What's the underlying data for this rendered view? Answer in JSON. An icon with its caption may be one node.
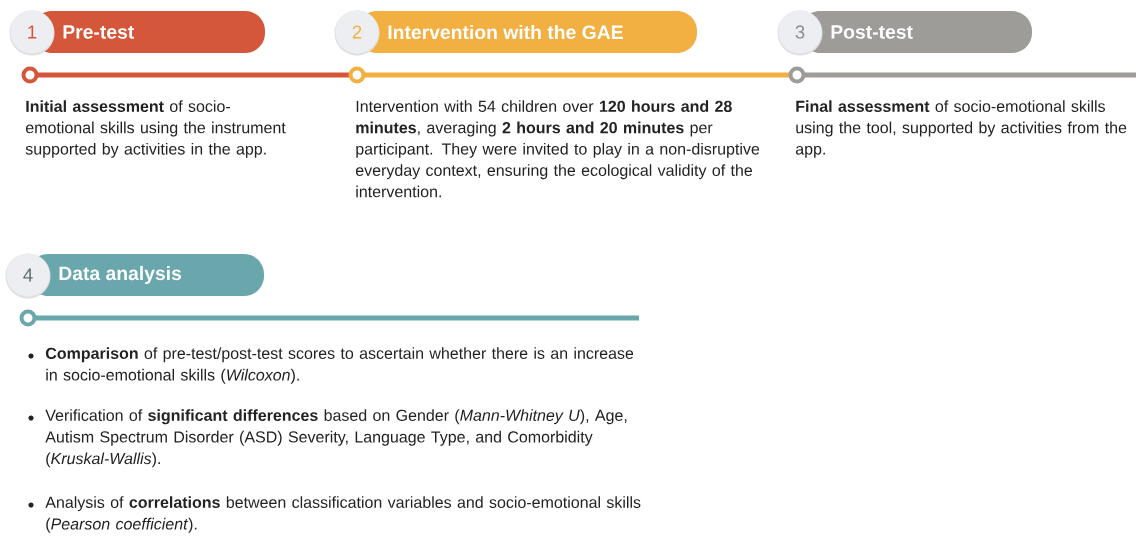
{
  "diagram": {
    "nodes": [
      {
        "text": [
          "1",
          "Pre-test"
        ],
        "beside": [
          "**Initial assessment** of socio-emotional skills using the instrument supported by activities in the app."
        ]
      },
      {
        "text": [
          "2",
          "Intervention with the GAE"
        ],
        "beside": [
          "Intervention with 54 children over **120 hours and 28 minutes**, averaging **2 hours and 20 minutes** per participant. They were invited to play in a non-disruptive everyday context, ensuring the ecological validity of the intervention."
        ]
      },
      {
        "text": [
          "3",
          "Post-test"
        ],
        "beside": [
          "**Final assessment** of socio-emotional skills using the tool, supported by activities from the app."
        ]
      },
      {
        "text": [
          "4",
          "Data analysis"
        ],
        "beside": [
          "**Comparison** of pre-test/post-test scores to ascertain whether there is an increase in socio-emotional skills (*Wilcoxon*).",
          "Verification of **significant differences** based on Gender (*Mann-Whitney U*), Age, Autism Spectrum Disorder (ASD) Severity, Language Type, and Comorbidity (*Kruskal-Wallis*).",
          "Analysis of **correlations** between classification variables and socio-emotional skills (*Pearson coefficient*)."
        ]
      }
    ]
  }
}
